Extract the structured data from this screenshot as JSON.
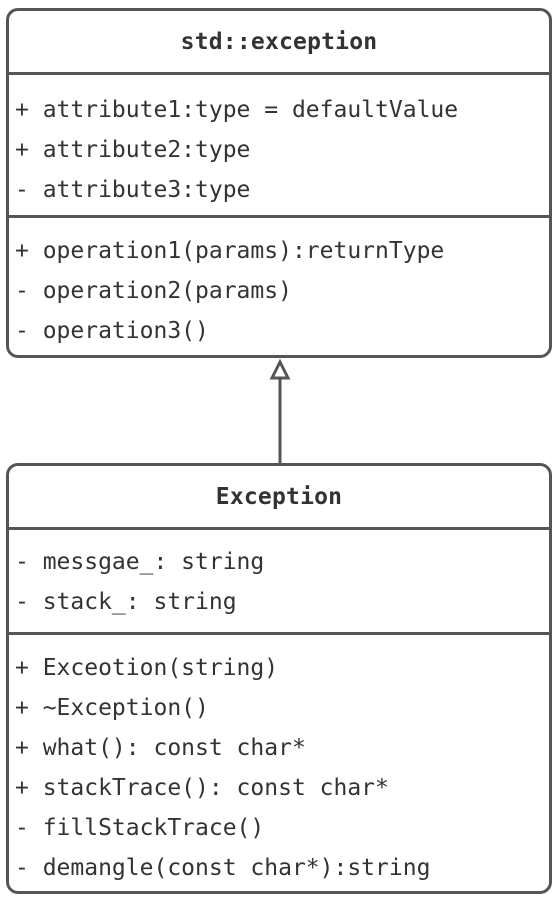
{
  "classes": [
    {
      "name": "std::exception",
      "attributes": [
        "+ attribute1:type = defaultValue",
        "+ attribute2:type",
        "- attribute3:type"
      ],
      "operations": [
        "+ operation1(params):returnType",
        "- operation2(params)",
        "- operation3()"
      ]
    },
    {
      "name": "Exception",
      "attributes": [
        "- messgae_: string",
        "- stack_: string"
      ],
      "operations": [
        "+ Exceotion(string)",
        "+ ~Exception()",
        "+ what(): const char*",
        "+ stackTrace(): const char*",
        "- fillStackTrace()",
        "- demangle(const char*):string"
      ]
    }
  ],
  "colors": {
    "stroke": "#555555",
    "text": "#333333",
    "background": "#ffffff"
  },
  "relationship": {
    "type": "generalization",
    "from": "Exception",
    "to": "std::exception"
  }
}
